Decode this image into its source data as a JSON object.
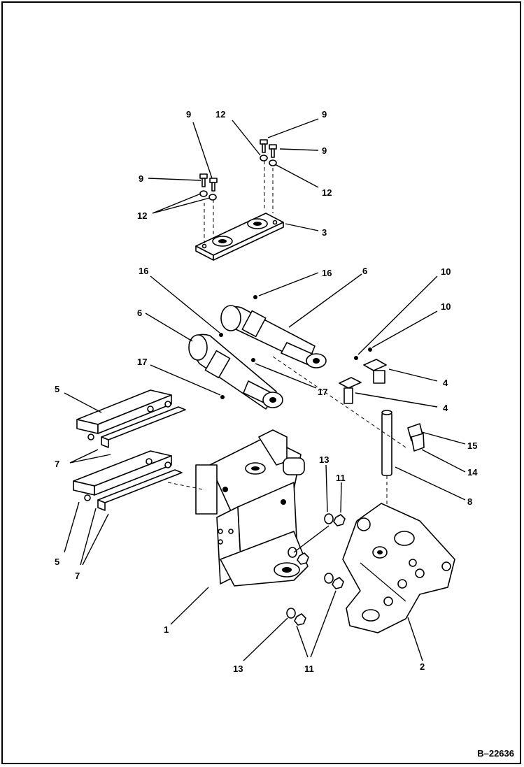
{
  "document_id": "B–22636",
  "callouts": [
    {
      "id": "c9a",
      "text": "9"
    },
    {
      "id": "c12a",
      "text": "12"
    },
    {
      "id": "c9b",
      "text": "9"
    },
    {
      "id": "c9c",
      "text": "9"
    },
    {
      "id": "c9d",
      "text": "9"
    },
    {
      "id": "c12b",
      "text": "12"
    },
    {
      "id": "c12c",
      "text": "12"
    },
    {
      "id": "c3",
      "text": "3"
    },
    {
      "id": "c16a",
      "text": "16"
    },
    {
      "id": "c16b",
      "text": "16"
    },
    {
      "id": "c6a",
      "text": "6"
    },
    {
      "id": "c10a",
      "text": "10"
    },
    {
      "id": "c10b",
      "text": "10"
    },
    {
      "id": "c6b",
      "text": "6"
    },
    {
      "id": "c17a",
      "text": "17"
    },
    {
      "id": "c17b",
      "text": "17"
    },
    {
      "id": "c4a",
      "text": "4"
    },
    {
      "id": "c4b",
      "text": "4"
    },
    {
      "id": "c5a",
      "text": "5"
    },
    {
      "id": "c7a",
      "text": "7"
    },
    {
      "id": "c15",
      "text": "15"
    },
    {
      "id": "c14",
      "text": "14"
    },
    {
      "id": "c13a",
      "text": "13"
    },
    {
      "id": "c11a",
      "text": "11"
    },
    {
      "id": "c8",
      "text": "8"
    },
    {
      "id": "c5b",
      "text": "5"
    },
    {
      "id": "c7b",
      "text": "7"
    },
    {
      "id": "c1",
      "text": "1"
    },
    {
      "id": "c13b",
      "text": "13"
    },
    {
      "id": "c11b",
      "text": "11"
    },
    {
      "id": "c2",
      "text": "2"
    }
  ]
}
